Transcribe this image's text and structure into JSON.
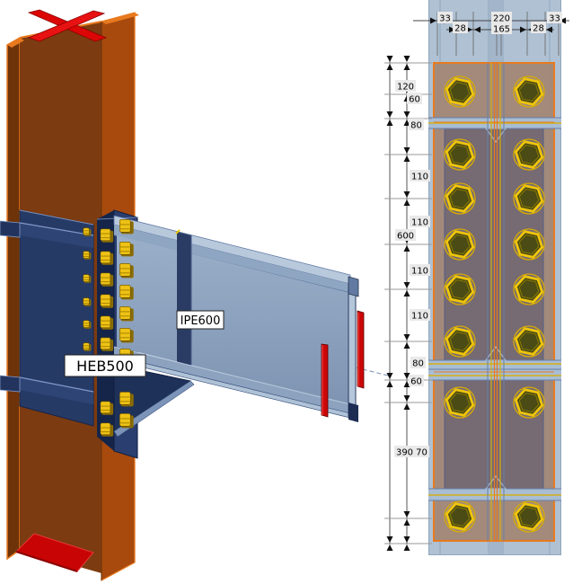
{
  "drawing": {
    "type": "steel-connection",
    "labels_3d": {
      "column": "HEB500",
      "beam": "IPE600"
    },
    "view2d": {
      "top_dims": [
        {
          "v": "33"
        },
        {
          "v": "28"
        },
        {
          "v": "220"
        },
        {
          "v": "165"
        },
        {
          "v": "28"
        },
        {
          "v": "33"
        }
      ],
      "left_dims": [
        {
          "v": "120"
        },
        {
          "v": "60"
        },
        {
          "v": "80"
        },
        {
          "v": "110"
        },
        {
          "v": "110"
        },
        {
          "v": "600"
        },
        {
          "v": "110"
        },
        {
          "v": "110"
        },
        {
          "v": "80"
        },
        {
          "v": "60"
        },
        {
          "v": "390"
        },
        {
          "v": "70"
        }
      ],
      "bolts": {
        "grid": "2 columns x 8 rows",
        "col_x": [
          512,
          589
        ],
        "row_y": [
          102,
          172,
          221,
          272,
          322,
          380,
          448,
          575
        ]
      }
    },
    "colors": {
      "column_orange": "#A84A0E",
      "edge_orange": "#E8791E",
      "connection_navy": "#263A66",
      "beam_steel": "#93A9C4",
      "bolt_gold": "#EFC50A",
      "marker_red": "#CC0707",
      "column_2d": "#AFC1D3",
      "plate_2d": "#A28672",
      "plate_border": "#E87A20",
      "dim_label_bg": "#E9E9E9"
    }
  }
}
